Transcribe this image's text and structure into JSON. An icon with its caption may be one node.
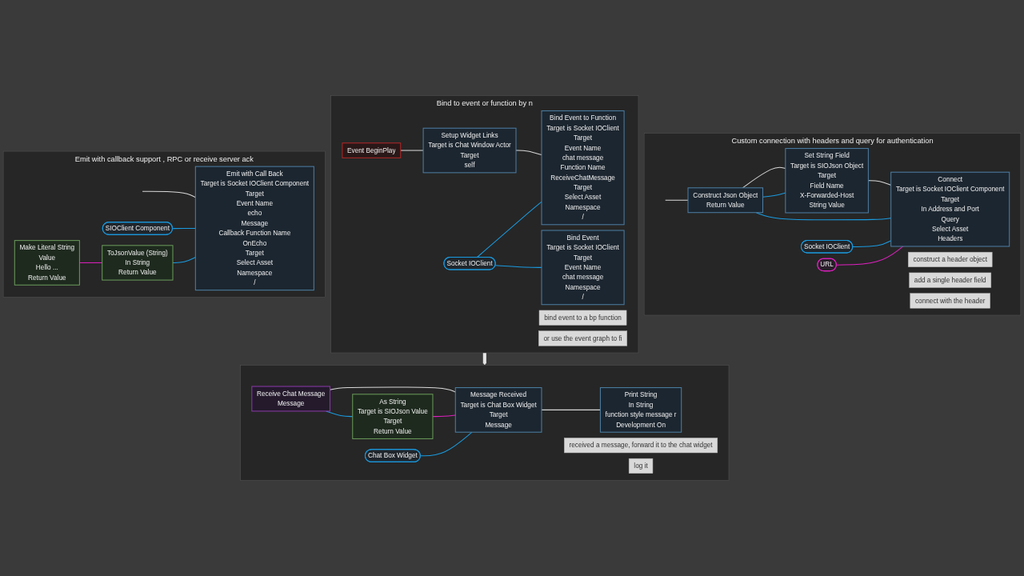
{
  "diagram": {
    "nodes": [
      {
        "text": [
          "Custom connection with headers and query for authentication"
        ]
      },
      {
        "text": [
          "construct a header object"
        ],
        "in": 0
      },
      {
        "text": [
          "Construct Json Object",
          "Return Value"
        ],
        "in": 0
      },
      {
        "text": [
          "add a single header field"
        ],
        "in": 0
      },
      {
        "text": [
          "Set String Field",
          "Target is SIOJson Object",
          "Target",
          "Field Name",
          "X-Forwarded-Host",
          "String Value"
        ],
        "in": 0
      },
      {
        "text": [
          "Socket IOClient"
        ],
        "in": 0
      },
      {
        "text": [
          "URL"
        ],
        "in": 0
      },
      {
        "text": [
          "connect with the header"
        ],
        "in": 0
      },
      {
        "text": [
          "Connect",
          "Target is Socket IOClient Component",
          "Target",
          "In Address and Port",
          "Query",
          "Select Asset",
          "Headers"
        ],
        "in": 0
      },
      {
        "text": [
          "Bind to event or function by n"
        ]
      },
      {
        "text": [
          "Event BeginPlay"
        ],
        "in": 9
      },
      {
        "text": [
          "Setup Widget Links",
          "Target is Chat Window Actor",
          "Target",
          "self"
        ],
        "in": 9
      },
      {
        "text": [
          "Socket IOClient"
        ],
        "in": 9
      },
      {
        "text": [
          "bind event to a bp function"
        ],
        "in": 9
      },
      {
        "text": [
          "Bind Event to Function",
          "Target is Socket IOClient",
          "Target",
          "Event Name",
          "chat message",
          "Function Name",
          "ReceiveChatMessage",
          "Target",
          "Select Asset",
          "Namespace",
          "/"
        ],
        "in": 9
      },
      {
        "text": [
          "or use the event graph to fi"
        ],
        "in": 9
      },
      {
        "text": [
          "Bind Event",
          "Target is Socket IOClient",
          "Target",
          "Event Name",
          "chat message",
          "Namespace",
          "/"
        ],
        "in": 9
      },
      {
        "text": [
          "Emit with callback support , RPC or receive server ack"
        ]
      },
      {
        "text": [
          "SIOClient Component"
        ],
        "in": 17
      },
      {
        "text": [
          "Make Literal String",
          "Value",
          "Hello ...",
          "Return Value"
        ],
        "in": 17
      },
      {
        "text": [
          "ToJsonValue (String)",
          "In String",
          "Return Value"
        ],
        "in": 17
      },
      {
        "text": [
          "Emit with Call Back",
          "Target is Socket IOClient Component",
          "Target",
          "Event Name",
          "echo",
          "Message",
          "Callback Function Name",
          "OnEcho",
          "Target",
          "Select Asset",
          "Namespace",
          "/"
        ],
        "in": 17
      },
      {
        "text": [],
        "shape": "box"
      },
      {
        "text": [
          "Receive Chat Message",
          "Message"
        ],
        "in": 22
      },
      {
        "text": [
          "received a message, forward it to the chat widget"
        ],
        "in": 22
      },
      {
        "text": [
          "Message Received",
          "Target is Chat Box Widget",
          "Target",
          "Message"
        ],
        "in": 22
      },
      {
        "text": [
          "Chat Box Widget"
        ],
        "in": 22
      },
      {
        "text": [
          "log it"
        ],
        "in": 22
      },
      {
        "text": [
          "Print String",
          "In String",
          "function style message r",
          "Development On"
        ],
        "in": 22
      },
      {
        "text": [
          "As String",
          "Target is SIOJson Value",
          "Target",
          "Return Value"
        ],
        "in": 22
      }
    ],
    "edges": [
      {
        "from": null,
        "to": 2,
        "arrow": "none",
        "color": "#d8d8d8"
      },
      {
        "from": 2,
        "to": 4,
        "arrow": "none",
        "color": "#d8d8d8"
      },
      {
        "from": 4,
        "to": 8,
        "arrow": "none",
        "color": "#d8d8d8"
      },
      {
        "from": 2,
        "to": 4,
        "arrow": "none"
      },
      {
        "from": 2,
        "to": 8,
        "arrow": "none"
      },
      {
        "from": 5,
        "to": 8,
        "arrow": "none"
      },
      {
        "from": 6,
        "to": 8,
        "arrow": "none",
        "color": "#e020c0"
      },
      {
        "from": 10,
        "to": 11,
        "arrow": "none",
        "color": "#d8d8d8"
      },
      {
        "from": 11,
        "to": 14,
        "arrow": "none",
        "color": "#d8d8d8"
      },
      {
        "from": 12,
        "to": 14,
        "arrow": "none"
      },
      {
        "from": 12,
        "to": 16,
        "arrow": "none"
      },
      {
        "from": null,
        "to": 21,
        "arrow": "none",
        "color": "#d8d8d8"
      },
      {
        "from": 18,
        "to": 21,
        "arrow": "none"
      },
      {
        "from": 19,
        "to": 20,
        "arrow": "none",
        "color": "#e020c0"
      },
      {
        "from": 20,
        "to": 21,
        "arrow": "none"
      },
      {
        "from": 9,
        "to": 22,
        "arrow": "to",
        "style": "thick",
        "color": "#e6e6e6"
      },
      {
        "from": 23,
        "to": 25,
        "arrow": "none",
        "color": "#d8d8d8"
      },
      {
        "from": 25,
        "to": 28,
        "arrow": "none",
        "color": "#d8d8d8"
      },
      {
        "from": 23,
        "to": 29,
        "arrow": "none"
      },
      {
        "from": 29,
        "to": 25,
        "arrow": "none",
        "color": "#e020c0"
      },
      {
        "from": 26,
        "to": 25,
        "arrow": "none"
      }
    ]
  }
}
